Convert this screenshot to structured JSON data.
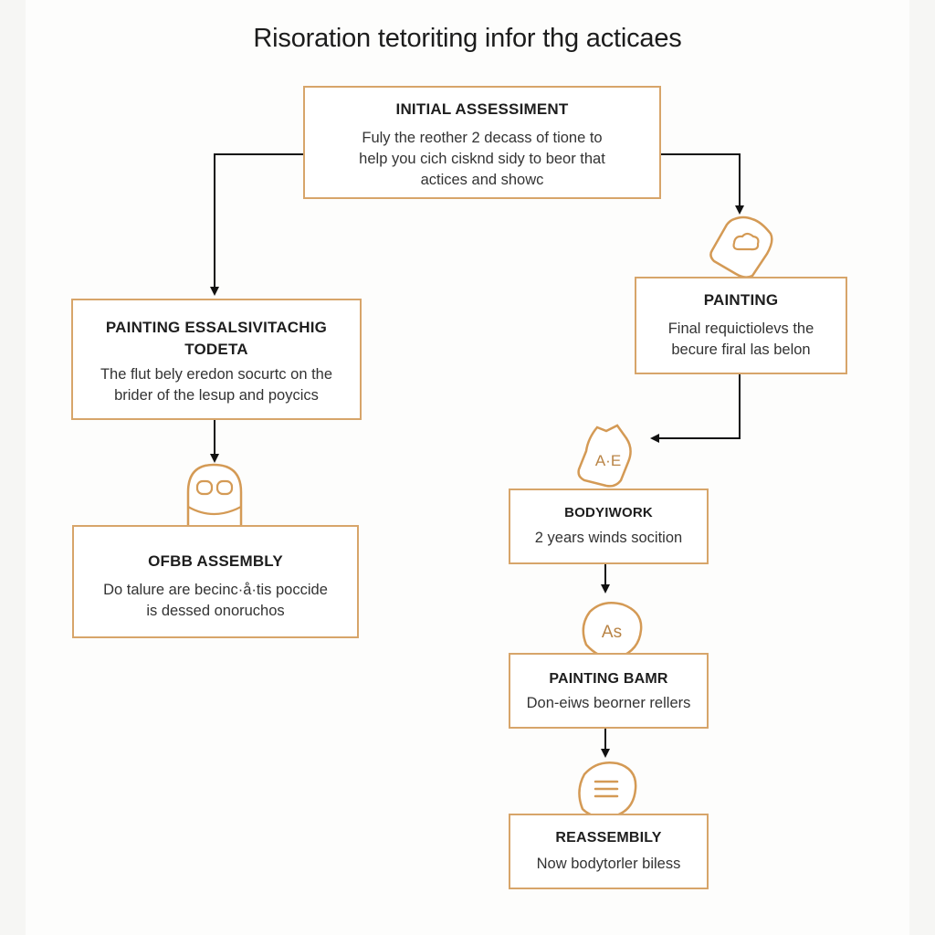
{
  "title": "Risoration tetoriting infor thg acticaes",
  "colors": {
    "box_border": "#d7a56a",
    "icon_stroke": "#d49a55",
    "arrow": "#111111"
  },
  "nodes": {
    "initial": {
      "heading": "INITIAL ASSESSIMENT",
      "lines": [
        "Fuly the reother 2 decass of tione to",
        "help you cich cisknd sidy to beor that",
        "actices and showc"
      ]
    },
    "left_top": {
      "heading_lines": [
        "PAINTING ESSALSIVITACHIG",
        "TODETA"
      ],
      "lines": [
        "The flut bely eredon socurtc on the",
        "brider of the lesup and poycics"
      ]
    },
    "left_bottom": {
      "heading": "OFBB ASSEMBLY",
      "lines": [
        "Do talure are becinc·å·tis poccide",
        "is dessed onoruchos"
      ]
    },
    "right_painting": {
      "heading": "PAINTING",
      "lines": [
        "Final requictiolevs the",
        "becure firal las belon"
      ]
    },
    "bodywork": {
      "heading": "BODYIWORK",
      "lines": [
        "2 years winds socition"
      ]
    },
    "painting_bamr": {
      "heading": "PAINTING BAMR",
      "lines": [
        "Don-eiws beorner rellers"
      ]
    },
    "reassembly": {
      "heading": "REASSEMBILY",
      "lines": [
        "Now bodytorler biless"
      ]
    }
  },
  "icons": {
    "cloud_tag": {
      "name": "cloud-tag-icon"
    },
    "ae_tag": {
      "name": "ae-tag-icon",
      "text": "A·E"
    },
    "face": {
      "name": "face-icon"
    },
    "as_badge": {
      "name": "as-badge-icon",
      "text": "As"
    },
    "list_badge": {
      "name": "list-badge-icon"
    }
  }
}
